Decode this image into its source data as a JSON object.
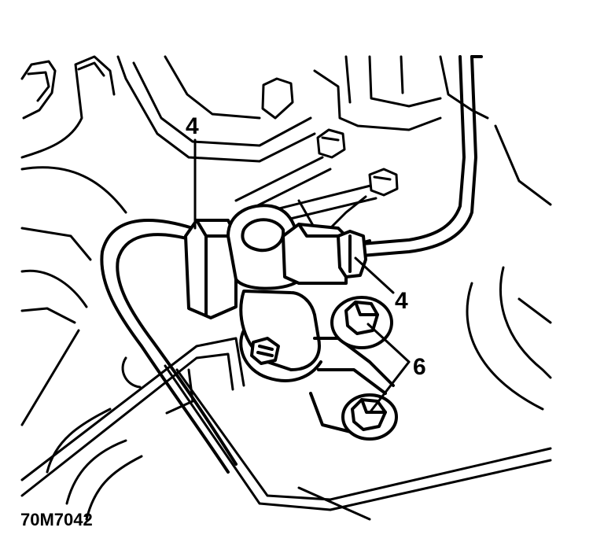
{
  "figure": {
    "reference_code": "70M7042",
    "callouts": [
      {
        "id": "callout-4-top",
        "label": "4"
      },
      {
        "id": "callout-4-right",
        "label": "4"
      },
      {
        "id": "callout-6",
        "label": "6"
      }
    ]
  }
}
